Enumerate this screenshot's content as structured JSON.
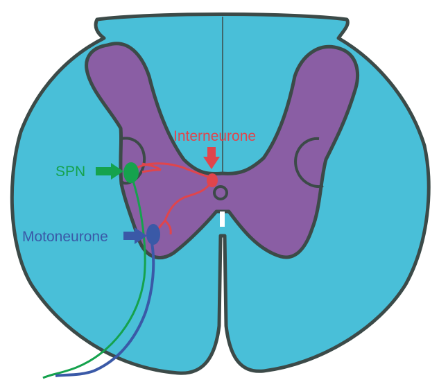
{
  "diagram": {
    "labels": {
      "spn": "SPN",
      "interneurone": "Interneurone",
      "motoneurone": "Motoneurone"
    },
    "colors": {
      "white_matter": "#49bfd8",
      "grey_matter": "#8a5ea4",
      "outline": "#3c4a48",
      "spn": "#15a24d",
      "interneurone": "#e0454c",
      "motoneurone": "#3a59a7",
      "background": "#ffffff"
    }
  }
}
